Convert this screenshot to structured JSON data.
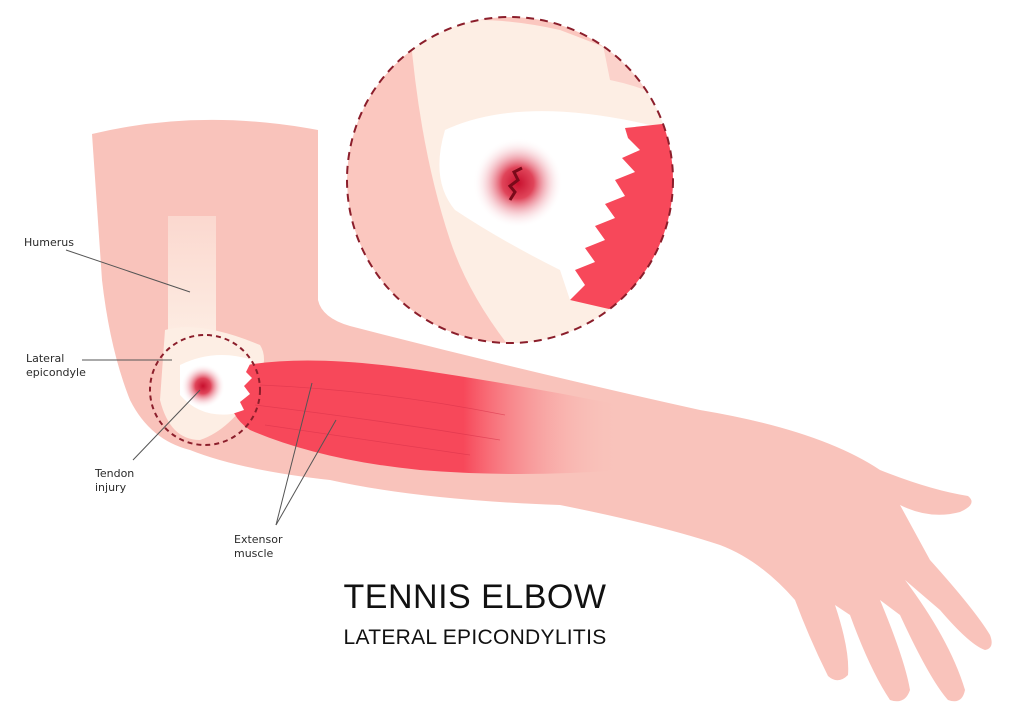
{
  "diagram": {
    "title": "TENNIS ELBOW",
    "subtitle": "LATERAL EPICONDYLITIS",
    "labels": {
      "humerus": "Humerus",
      "lateral_epicondyle": "Lateral\nepicondyle",
      "tendon_injury": "Tendon\ninjury",
      "extensor_muscle": "Extensor\nmuscle"
    },
    "colors": {
      "skin": "#f9c3bb",
      "skin_light": "#fbd2cb",
      "bone": "#fdeee4",
      "muscle": "#f7485a",
      "injury": "#c8102e",
      "tendon": "#ffffff",
      "dashed_circle": "#8b1e2b",
      "leader_line": "#555555"
    }
  }
}
